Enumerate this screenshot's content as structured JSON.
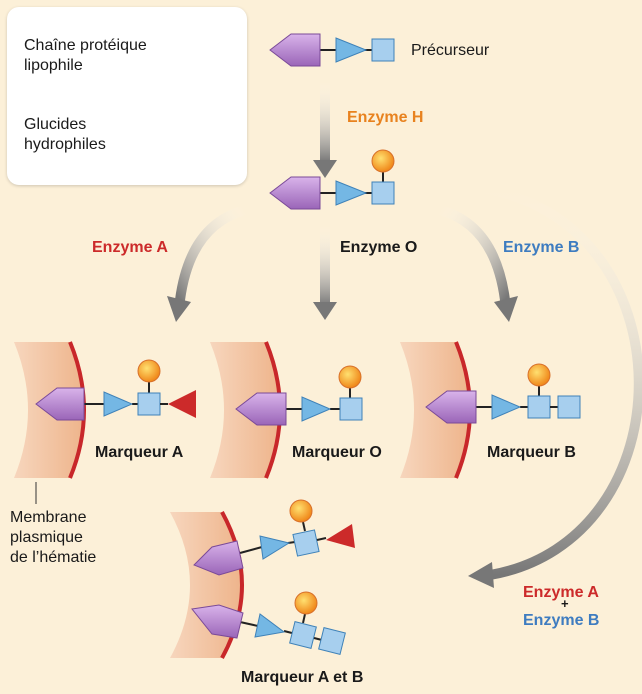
{
  "legend": {
    "protein_chain": "Chaîne protéique\nlipophile",
    "sugars": "Glucides\nhydrophiles"
  },
  "precursor": {
    "label": "Précurseur"
  },
  "enzymes": {
    "h": "Enzyme H",
    "a": "Enzyme A",
    "o": "Enzyme O",
    "b": "Enzyme B",
    "ab_a": "Enzyme A",
    "ab_plus": "+",
    "ab_b": "Enzyme B"
  },
  "markers": {
    "a": "Marqueur A",
    "o": "Marqueur O",
    "b": "Marqueur B",
    "ab": "Marqueur A et B"
  },
  "membrane_label": "Membrane\nplasmique\nde l’hématie",
  "colors": {
    "background": "#fcf0d8",
    "protein": "#b98ad0",
    "triangle_blue": "#74b7e4",
    "square_blue": "#a7cfee",
    "triangle_red": "#cc2a2a",
    "sugar_orange": "#f08a1c",
    "membrane_fill": "#f2c09d",
    "membrane_edge": "#c8272a",
    "enzyme_a": "#cc2a2a",
    "enzyme_b": "#3e7cc0",
    "enzyme_h": "#e8821e",
    "arrow": "#808080"
  },
  "icons": [
    "protein-pentagon-icon",
    "blue-triangle-icon",
    "blue-square-icon",
    "orange-circle-icon",
    "red-triangle-icon"
  ]
}
